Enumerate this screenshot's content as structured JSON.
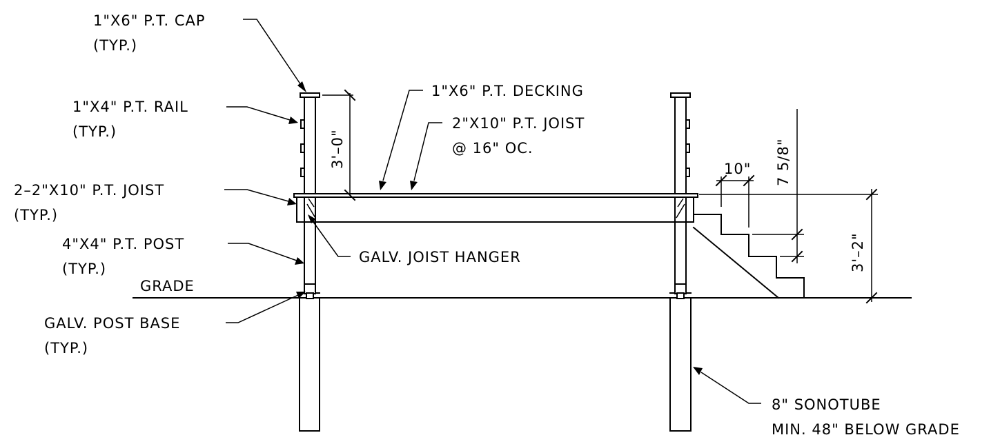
{
  "labels": {
    "cap_line1": "1\"X6\" P.T. CAP",
    "cap_line2": "(TYP.)",
    "rail_line1": "1\"X4\" P.T. RAIL",
    "rail_line2": "(TYP.)",
    "joist2_line1": "2–2\"X10\" P.T. JOIST",
    "joist2_line2": "(TYP.)",
    "post_line1": "4\"X4\" P.T. POST",
    "post_line2": "(TYP.)",
    "grade": "GRADE",
    "postbase_line1": "GALV. POST BASE",
    "postbase_line2": "(TYP.)",
    "decking": "1\"X6\" P.T. DECKING",
    "joist_line1": "2\"X10\" P.T. JOIST",
    "joist_line2": "@ 16\" OC.",
    "hanger": "GALV. JOIST HANGER",
    "sonotube_line1": "8\" SONOTUBE",
    "sonotube_line2": "MIN. 48\" BELOW GRADE"
  },
  "dimensions": {
    "rail_height": "3'–0\"",
    "tread": "10\"",
    "riser": "7 5/8\"",
    "deck_height": "3'–2\""
  }
}
